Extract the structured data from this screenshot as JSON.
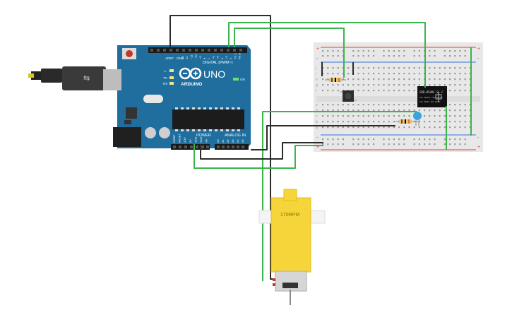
{
  "board": {
    "brand": "ARDUINO",
    "model": "UNO",
    "on_label": "ON",
    "digital_header": "DIGITAL (PWM~)",
    "aref": "AREF",
    "gnd": "GND",
    "pins_digital": [
      "13",
      "12",
      "~11",
      "~10",
      "~9",
      "8",
      "7",
      "~6",
      "~5",
      "4",
      "~3",
      "2",
      "TX 1",
      "RX 0"
    ],
    "led_l": "L",
    "led_tx": "TX",
    "led_rx": "RX",
    "power_header": "POWER",
    "analog_header": "ANALOG IN",
    "power_pins": [
      "IOREF",
      "RESET",
      "3.3V",
      "5V",
      "GND",
      "GND",
      "Vin"
    ],
    "analog_pins": [
      "A0",
      "A1",
      "A2",
      "A3",
      "A4",
      "A5"
    ]
  },
  "relay": {
    "line1": "SRD-05VDC-SL-C",
    "line2": "10A 250VAC 10A 125VAC",
    "line3": "10A 30VDC 10A 28VDC"
  },
  "motor": {
    "label": "170RPM"
  },
  "breadboard": {
    "rail_plus": "+",
    "rail_minus": "-",
    "row_letters_top": [
      "j",
      "i",
      "h",
      "g",
      "f"
    ],
    "row_letters_bottom": [
      "e",
      "d",
      "c",
      "b",
      "a"
    ]
  },
  "colors": {
    "board_blue": "#1f6e9e",
    "wire_green": "#39b54a",
    "wire_black": "#2b2b2b",
    "rail_red": "#e0413a",
    "rail_blue": "#3a6fd8",
    "breadboard": "#e8e8e8",
    "motor_yellow": "#f5d53a",
    "led_blue": "#3aa3e0"
  }
}
